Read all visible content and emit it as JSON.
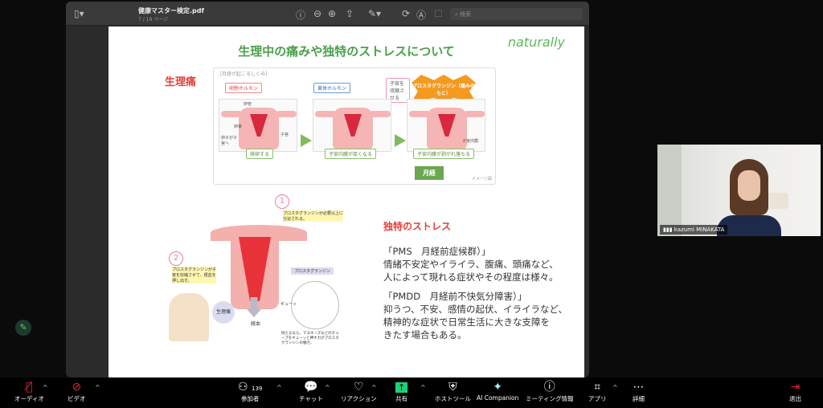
{
  "viewer": {
    "filename": "健康マスター検定.pdf",
    "page_info": "7 / 19 ページ",
    "search_placeholder": "検索"
  },
  "slide": {
    "title": "生理中の痛みや独特のストレスについて",
    "logo": "naturally",
    "section1": "生理痛",
    "diagram": {
      "caption": "［月経が起こるしくみ］",
      "hormone1": "卵胞ホルモン",
      "hormone2": "黄体ホルモン",
      "contract": "子宮を収縮させる",
      "prostaglandin": "プロスタグランジン（痛みのもと）",
      "l_oviduct": "卵管",
      "l_ovary": "卵巣",
      "l_uterus": "子宮",
      "l_egg": "卵子が子宮へ",
      "l_lining": "子宮内膜",
      "step1": "排卵する",
      "step2": "子宮内膜が厚くなる",
      "step3": "子宮内膜が剥がれ落ちる",
      "result": "月経",
      "note": "イメージ図"
    },
    "illus": {
      "n1": "1",
      "n1_text": "プロスタグランジンが必要以上に分泌される。",
      "n2": "2",
      "n2_text": "プロスタグランジンが子宮を収縮させて、経血を押し出す。",
      "tag": "プロスタグランジン",
      "pain": "生理痛",
      "blood": "経血",
      "squeeze": "ギューッ",
      "analogy": "例えるなら、マヨネーズなどのチューブをギューッと押す力がプロスタグランジンの働き。"
    },
    "section2": "独特のストレス",
    "pms_head": "「PMS　月経前症候群）」",
    "pms_l1": "情緒不安定やイライラ、腹痛、頭痛など、",
    "pms_l2": "人によって現れる症状やその程度は様々。",
    "pmdd_head": "「PMDD　月経前不快気分障害）」",
    "pmdd_l1": "抑うつ、不安、感情の起伏、イライラなど、",
    "pmdd_l2": "精神的な症状で日常生活に大きな支障を",
    "pmdd_l3": "きたす場合もある。"
  },
  "video": {
    "name": "kazumi MINAKATA"
  },
  "toolbar": {
    "audio": "オーディオ",
    "video": "ビデオ",
    "participants": "参加者",
    "participant_count": "139",
    "chat": "チャット",
    "reactions": "リアクション",
    "share": "共有",
    "host_tools": "ホストツール",
    "ai": "AI Companion",
    "meeting_info": "ミーティング情報",
    "apps": "アプリ",
    "more": "詳細",
    "leave": "退出"
  },
  "colors": {
    "accent_green": "#4aa04a",
    "heading_red": "#e2403a",
    "share_green": "#1fd07a",
    "leave_red": "#e0243a"
  }
}
